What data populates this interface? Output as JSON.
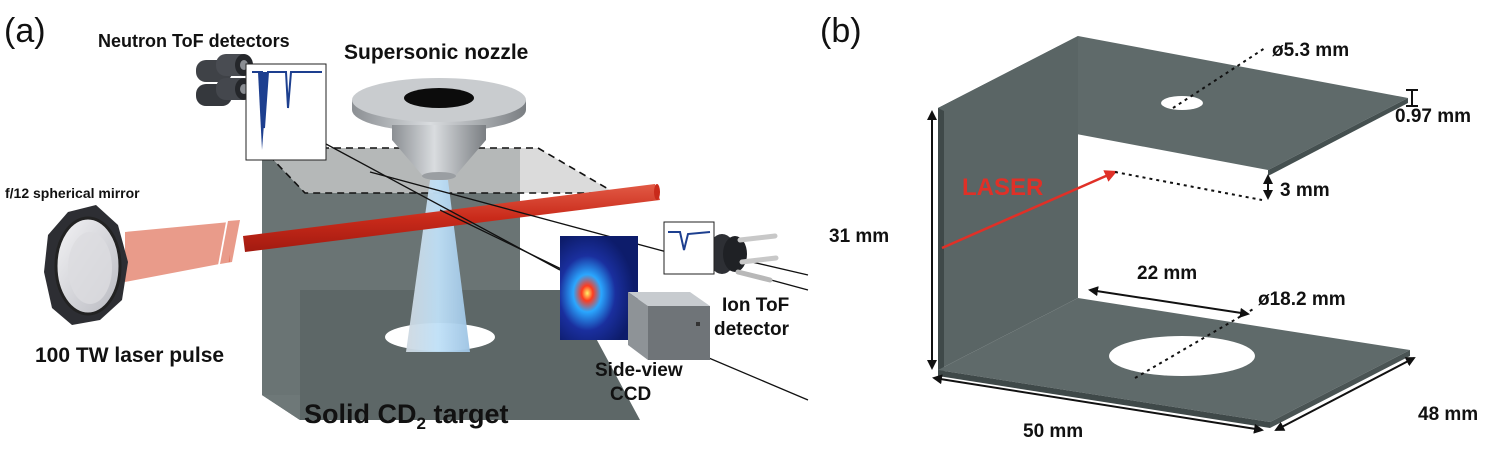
{
  "panel_a": {
    "letter": "(a)",
    "neutron_label": "Neutron ToF detectors",
    "nozzle_label": "Supersonic nozzle",
    "mirror_label": "f/12 spherical mirror",
    "laser_pulse_label": "100 TW laser pulse",
    "ion_label_line1": "Ion ToF",
    "ion_label_line2": "detector",
    "ccd_label_line1": "Side-view",
    "ccd_label_line2": "CCD",
    "target_label_main": "Solid CD",
    "target_label_sub": "2",
    "target_label_end": " target"
  },
  "panel_b": {
    "letter": "(b)",
    "laser_label": "LASER",
    "dim_top_hole": "ø5.3 mm",
    "dim_thickness": "0.97 mm",
    "dim_gap": "3 mm",
    "dim_height": "31 mm",
    "dim_depth_inner": "22 mm",
    "dim_bottom_hole": "ø18.2 mm",
    "dim_width": "50 mm",
    "dim_depth": "48 mm"
  },
  "colors": {
    "plate": "#5f6a6a",
    "plate_dark": "#4a5454",
    "laser_red": "#d63a2a",
    "laser_text": "#e03027",
    "gas_jet": "#a9cbe8",
    "detector_dark": "#3a3d42",
    "signal_blue": "#1d3f8f"
  }
}
